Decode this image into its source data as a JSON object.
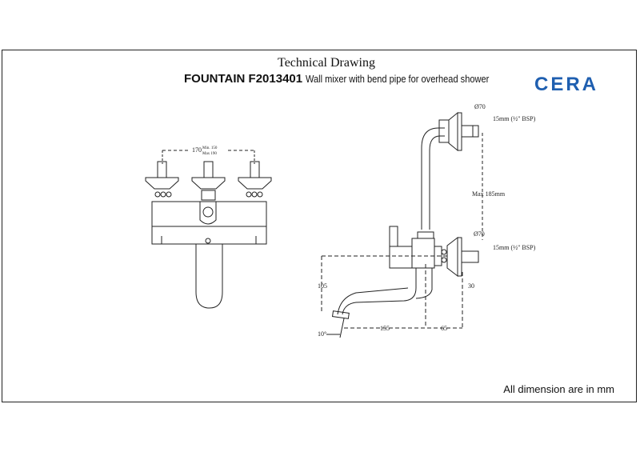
{
  "header": {
    "title": "Technical Drawing",
    "model": "FOUNTAIN F2013401",
    "description": "Wall mixer with bend pipe for overhead shower",
    "brand": "CERA",
    "brand_color": "#1f5fb0"
  },
  "front_view": {
    "spacing": "170",
    "spacing_min": "Min. 150",
    "spacing_max": "Max 190"
  },
  "side_view": {
    "flange_dia_top": "Ø70",
    "inlet_top": "15mm (½\" BSP)",
    "max_height": "Max 185mm",
    "flange_dia_bottom": "Ø70",
    "inlet_bottom": "15mm (½\" BSP)",
    "depth_30": "30",
    "height_105": "105",
    "reach_155": "155",
    "reach_65": "65",
    "angle": "10°"
  },
  "footer": {
    "note": "All dimension are in mm"
  }
}
